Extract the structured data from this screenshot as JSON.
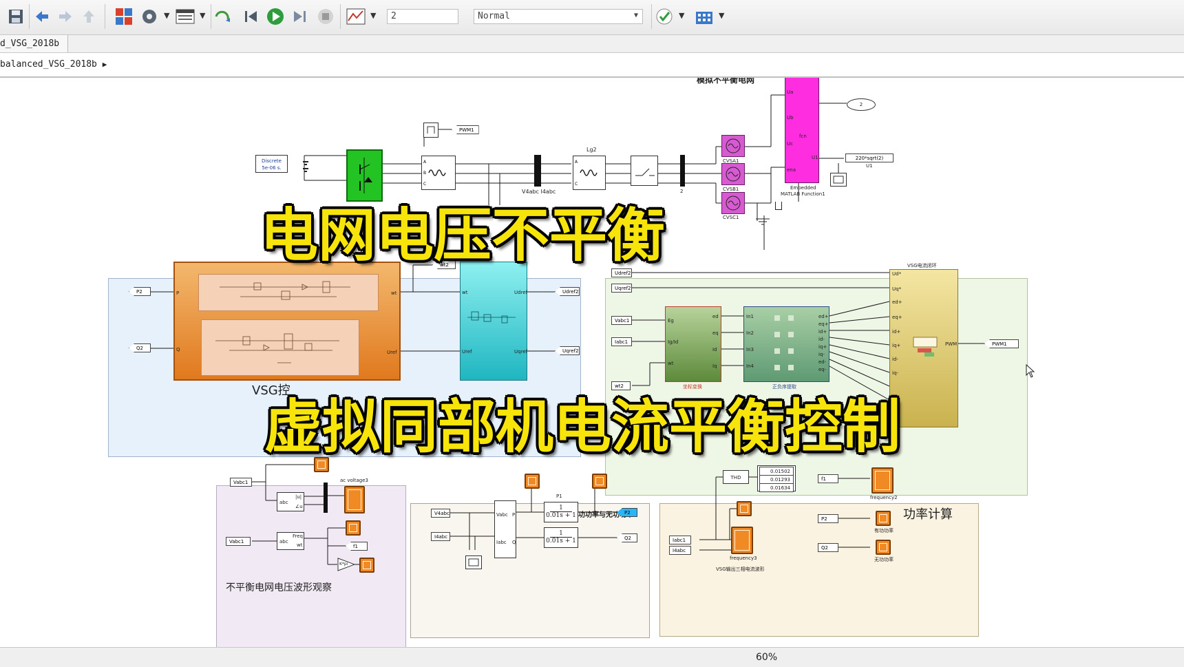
{
  "toolbar": {
    "step_time": "2",
    "sim_mode": "Normal",
    "icons": [
      "save-icon",
      "back-arrow-icon",
      "forward-arrow-icon",
      "up-arrow-icon",
      "library-browser-icon",
      "model-settings-icon",
      "model-explorer-icon",
      "step-back-icon",
      "step-back-icon",
      "run-icon",
      "step-forward-icon",
      "stop-icon",
      "scope-icon",
      "check-icon",
      "grid-icon"
    ]
  },
  "tab": {
    "label": "d_VSG_2018b"
  },
  "breadcrumb": {
    "label": "balanced_VSG_2018b"
  },
  "status": {
    "zoom": "60%"
  },
  "overlay": {
    "line1": "电网电压不平衡",
    "line2": "虚拟同部机电流平衡控制"
  },
  "diagram": {
    "grid_title": "模拟不平衡电网",
    "discrete": {
      "line1": "Discrete",
      "line2": "5e-06 s."
    },
    "pwm_from": "PWM1",
    "lg2": "Lg2",
    "v4abc": "V4abc I4abc",
    "two_label": "2",
    "cvsa": "CVSA1",
    "cvsb": "CVSB1",
    "cvsc": "CVSC1",
    "const_2": "2",
    "const_u1": "220*sqrt(2)",
    "u1": "U1",
    "fcn": {
      "ports": [
        "Ua",
        "Ub",
        "Uc",
        "ena"
      ],
      "out": "U1",
      "body": "fcn",
      "name1": "Embedded",
      "name2": "MATLAB Function1"
    },
    "vsg": {
      "in_p": "P2",
      "in_q": "Q2",
      "port_p": "P",
      "port_q": "Q",
      "out_wt": "wt",
      "out_uref": "Uref",
      "wt2": "wt2",
      "cyan_in_wt": "wt",
      "cyan_in_uref": "Uref",
      "cyan_out_d": "Udref",
      "cyan_out_q": "Uqref",
      "tag_d": "Udref2",
      "tag_q": "Uqref2",
      "label": "VSG控"
    },
    "cc": {
      "title": "VSG电流闭环",
      "in": [
        "Udref2",
        "Uqref2",
        "Vabc1",
        "Iabc1",
        "wt2"
      ],
      "green_ports": [
        "Eg",
        "Ig/Id",
        "wt"
      ],
      "green_out": [
        "ed",
        "eq",
        "Id",
        "Iq"
      ],
      "green_name": "坐标变换",
      "blue_in": [
        "In1",
        "In2",
        "In3",
        "In4"
      ],
      "blue_out": [
        "ed+",
        "eq+",
        "id+",
        "id-",
        "iq+",
        "iq-",
        "ed-",
        "eq-"
      ],
      "blue_name": "正负序提取",
      "yellow_in": [
        "Ud*",
        "Uq*",
        "ed+",
        "eq+",
        "id+",
        "iq+",
        "id-",
        "iq-"
      ],
      "yellow_out": "PWM",
      "pwm_tag": "PWM1"
    },
    "obs": {
      "vabc1": "Vabc1",
      "vabc1b": "Vabc1",
      "abc": "abc",
      "u": "|u|",
      "ang": "∠u",
      "freq": "Freq",
      "wt": "wt",
      "f1": "f1",
      "kpi": "K*pi",
      "ac": "ac voltage3",
      "caption": "不平衡电网电压波形观察"
    },
    "power": {
      "title": "有功功率与无功功率",
      "v4abc": "V4abc",
      "i4abc": "I4abc",
      "vabc": "Vabc",
      "iabc": "Iabc",
      "p": "P",
      "q": "Q",
      "p1": "P1",
      "tf1_num": "1",
      "tf1_den": "0.01s + 1",
      "tf2_num": "1",
      "tf2_den": "0.01s + 1",
      "p2": "P2",
      "q2": "Q2"
    },
    "calc": {
      "thd": "THD",
      "displays": [
        "0.01502",
        "0.01293",
        "0.01634"
      ],
      "iabc1": "Iabc1",
      "i4abc": "I4abc",
      "freq3": "frequency3",
      "f1": "f1",
      "freq2": "frequency2",
      "p2": "P2",
      "q2": "Q2",
      "pw": "有功功率",
      "qw": "无功功率",
      "caption": "VSG输出三相电流波形",
      "title": "功率计算"
    }
  }
}
